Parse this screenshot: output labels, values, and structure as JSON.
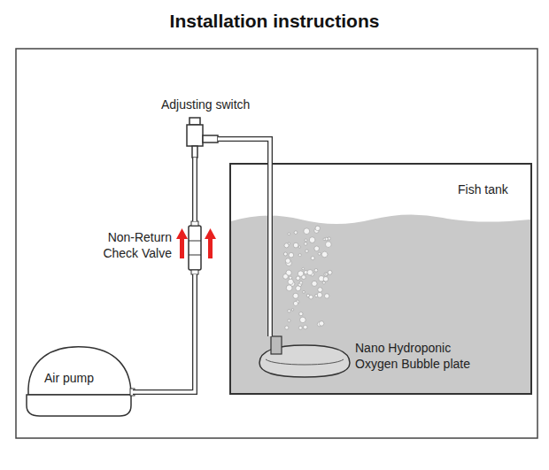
{
  "diagram": {
    "title": "Installation instructions",
    "nodes": [
      {
        "text": [
          "Air pump"
        ]
      },
      {
        "text": [
          "Non-Return Check Valve"
        ]
      },
      {
        "text": [
          "Adjusting switch"
        ]
      },
      {
        "text": [
          "Fish tank"
        ]
      },
      {
        "text": [
          "Nano Hydroponic Oxygen Bubble plate"
        ],
        "in": 3
      }
    ],
    "edges": [
      {
        "from": 0,
        "to": 1,
        "arrow": "none"
      },
      {
        "from": 1,
        "to": 2,
        "arrow": "none"
      },
      {
        "from": 2,
        "to": 4,
        "arrow": "none"
      }
    ]
  }
}
